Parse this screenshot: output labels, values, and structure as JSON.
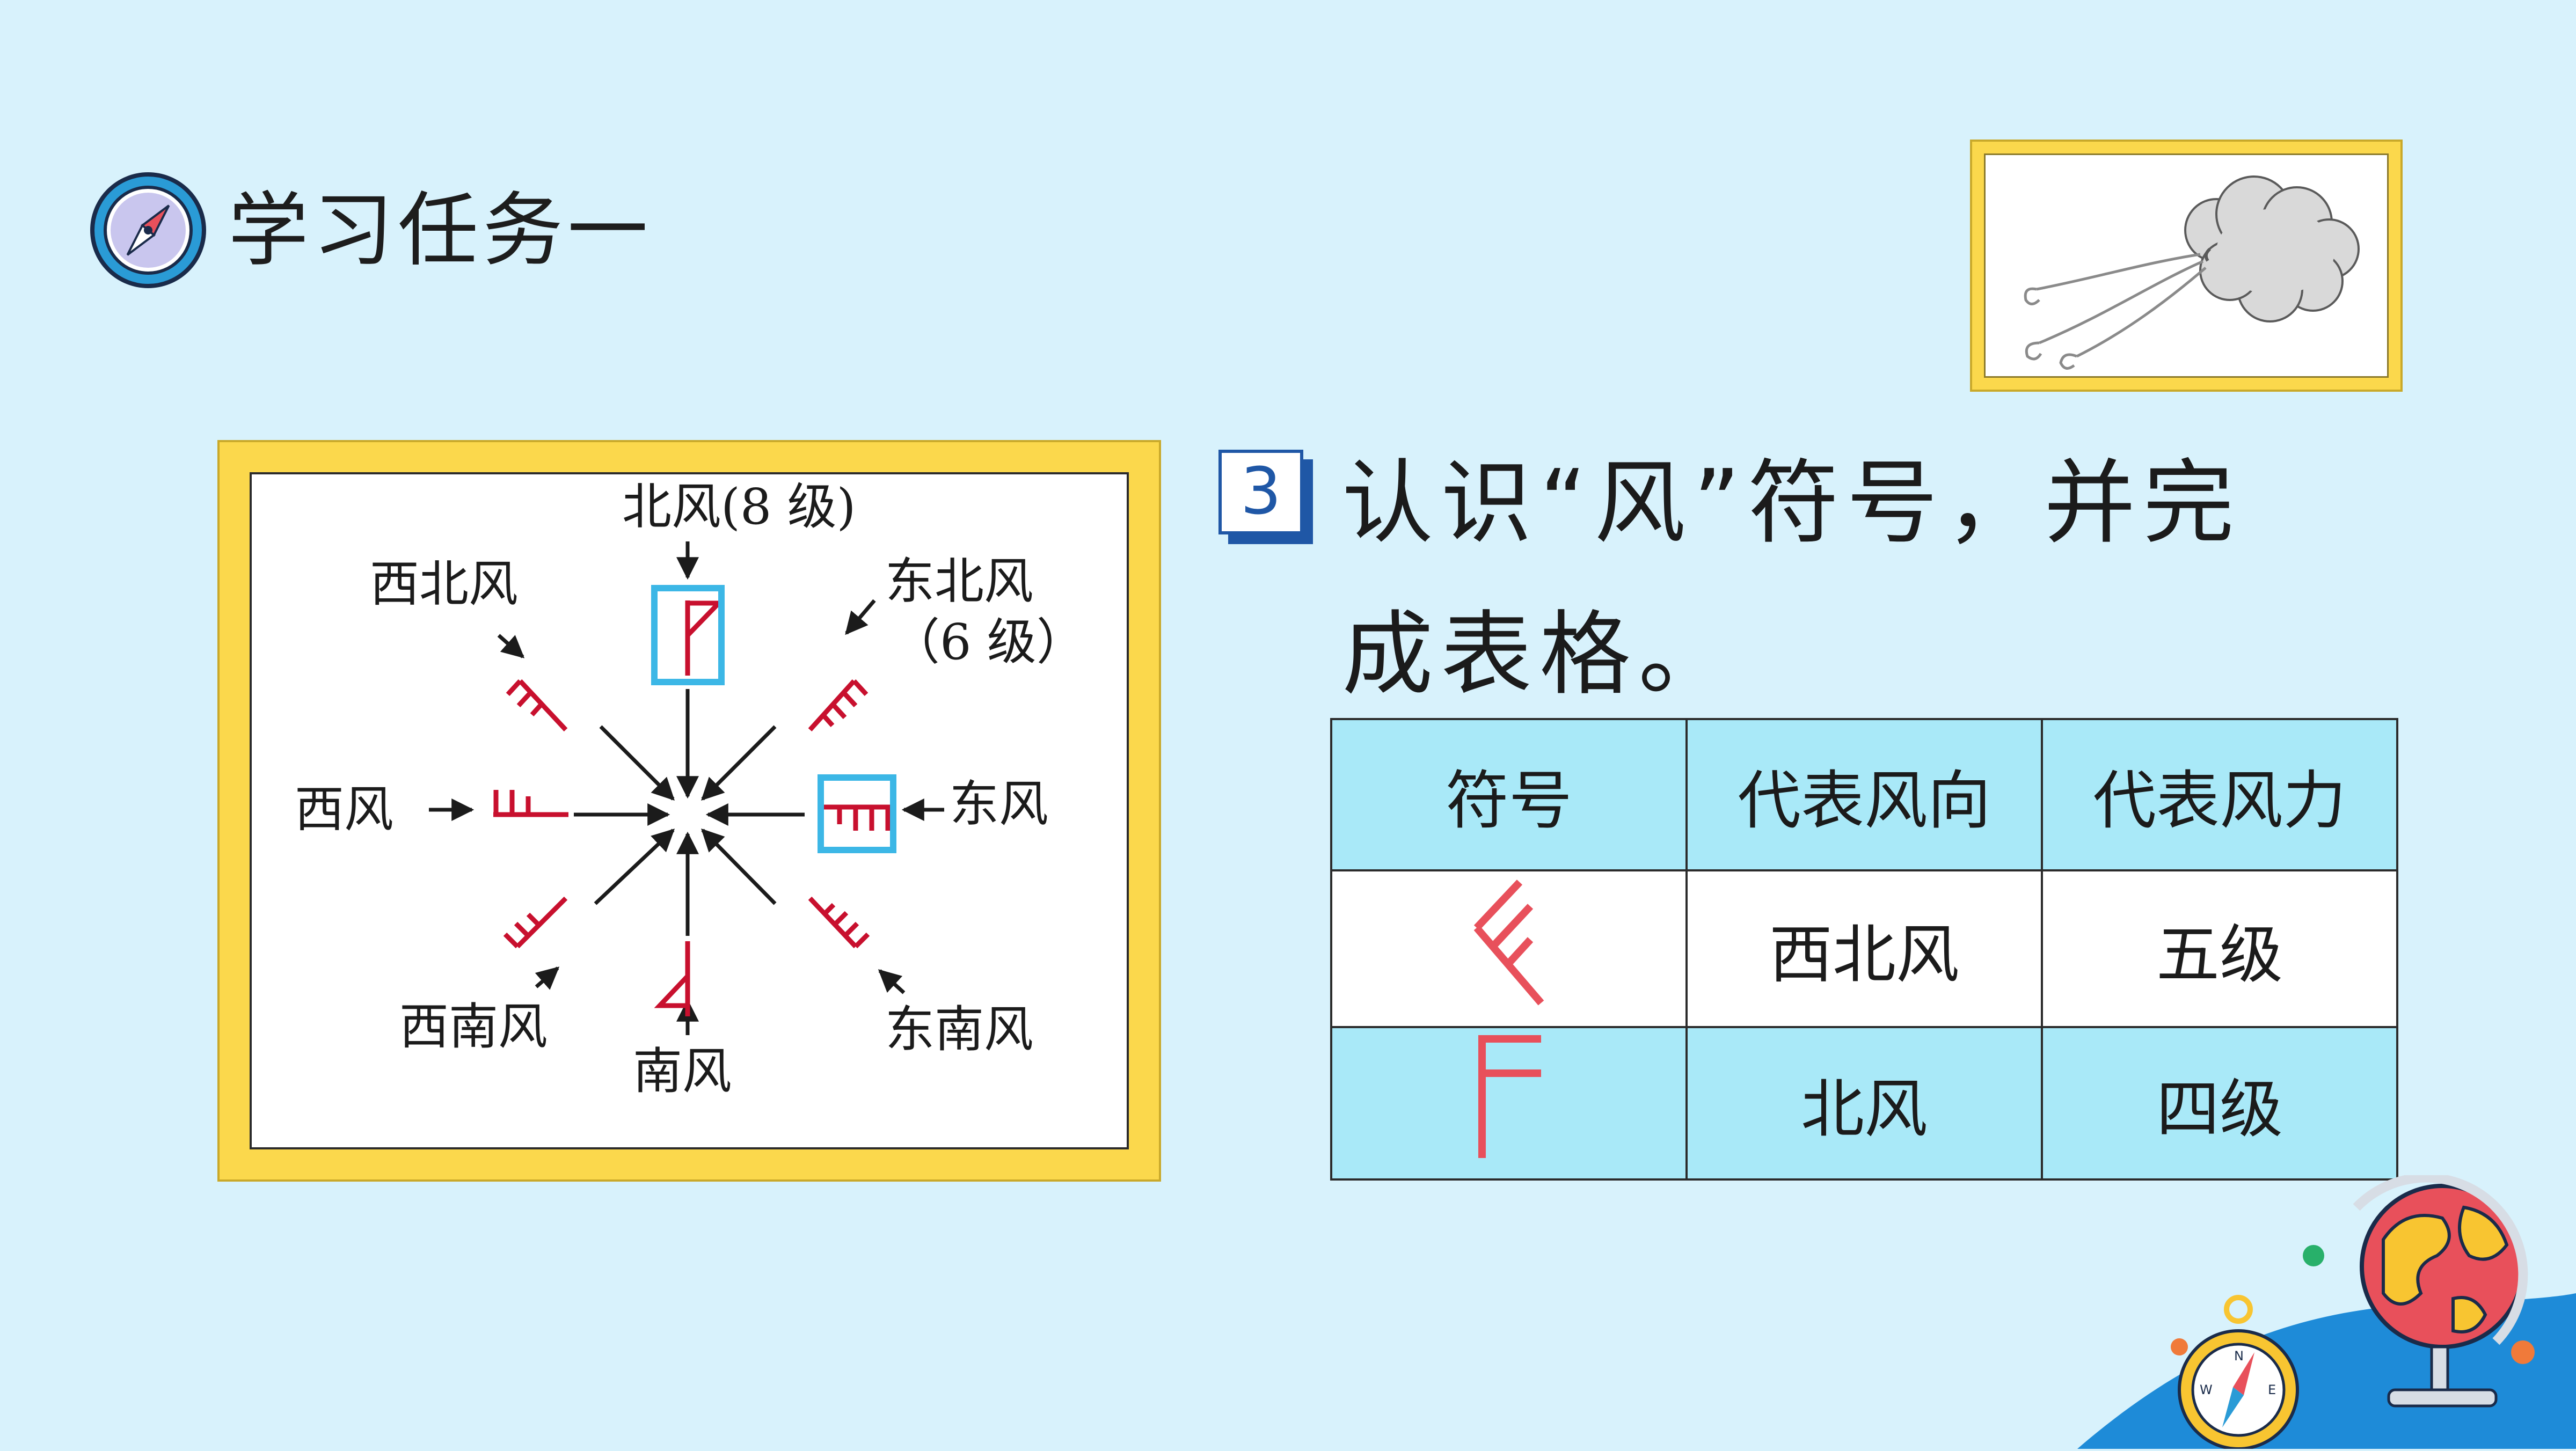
{
  "header": {
    "title": "学习任务一",
    "badge_icon": "compass-icon"
  },
  "task": {
    "number": "3",
    "line1": "认识“风”符号，并完",
    "line2": "成表格。"
  },
  "diagram": {
    "labels": {
      "north": "北风(8 级)",
      "northwest": "西北风",
      "northeast": "东北风",
      "northeast_level": "（6 级）",
      "west": "西风",
      "east": "东风",
      "southwest": "西南风",
      "south": "南风",
      "southeast": "东南风"
    },
    "highlight_color": "#3cb7e6",
    "symbol_color": "#c8102e"
  },
  "table": {
    "headers": [
      "符号",
      "代表风向",
      "代表风力"
    ],
    "rows": [
      {
        "symbol_icon": "wind-symbol-northwest-level5-icon",
        "direction": "西北风",
        "force": "五级"
      },
      {
        "symbol_icon": "wind-symbol-north-level4-icon",
        "direction": "北风",
        "force": "四级"
      }
    ],
    "symbol_color": "#e8505b"
  },
  "wind_picture": {
    "icon": "blowing-cloud-icon"
  },
  "colors": {
    "background": "#d8f2fc",
    "frame_yellow": "#fbd84c",
    "table_header": "#a9e9f8",
    "accent_blue": "#1f57a6"
  }
}
